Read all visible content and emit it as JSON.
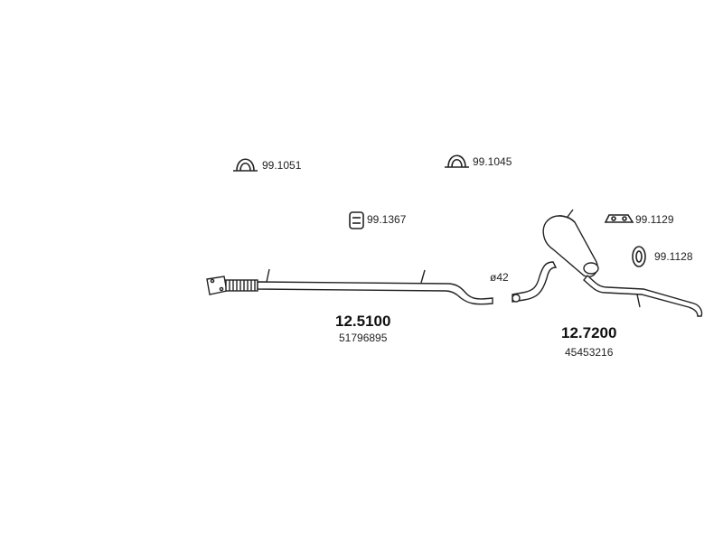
{
  "parts": {
    "clamp_1": {
      "code": "99.1051"
    },
    "clamp_2": {
      "code": "99.1045"
    },
    "rubber_mount_1": {
      "code": "99.1367"
    },
    "hanger_bracket": {
      "code": "99.1129"
    },
    "rubber_ring": {
      "code": "99.1128"
    },
    "front_pipe": {
      "part_number": "12.5100",
      "oem_number": "51796895"
    },
    "rear_silencer": {
      "part_number": "12.7200",
      "oem_number": "45453216"
    },
    "diameter": {
      "label": "ø42"
    }
  },
  "colors": {
    "line": "#222222",
    "pipe_fill": "#ffffff",
    "text": "#222222"
  }
}
